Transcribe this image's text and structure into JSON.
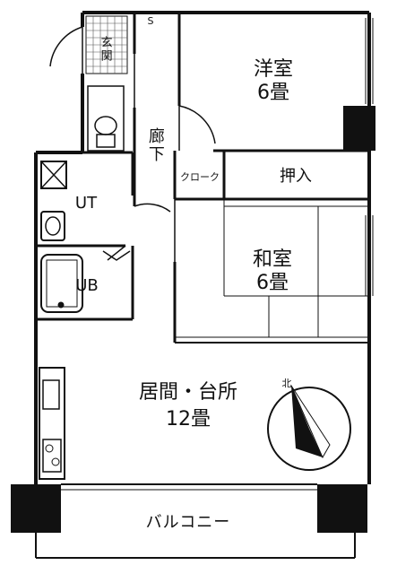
{
  "floor_plan": {
    "rooms": {
      "western_room": {
        "name": "洋室",
        "size": "6畳"
      },
      "japanese_room": {
        "name": "和室",
        "size": "6畳"
      },
      "living_kitchen": {
        "name": "居間・台所",
        "size": "12畳"
      },
      "balcony": {
        "name": "バルコニー"
      },
      "entrance": {
        "name": "玄関"
      },
      "hallway": {
        "name": "廊下"
      },
      "utility": {
        "name": "UT"
      },
      "unit_bath": {
        "name": "UB"
      },
      "storage_closet": {
        "name": "押入"
      },
      "cloak": {
        "name": "クローク"
      },
      "shoe_box": {
        "name": "S"
      }
    },
    "compass": {
      "label": "北"
    }
  }
}
